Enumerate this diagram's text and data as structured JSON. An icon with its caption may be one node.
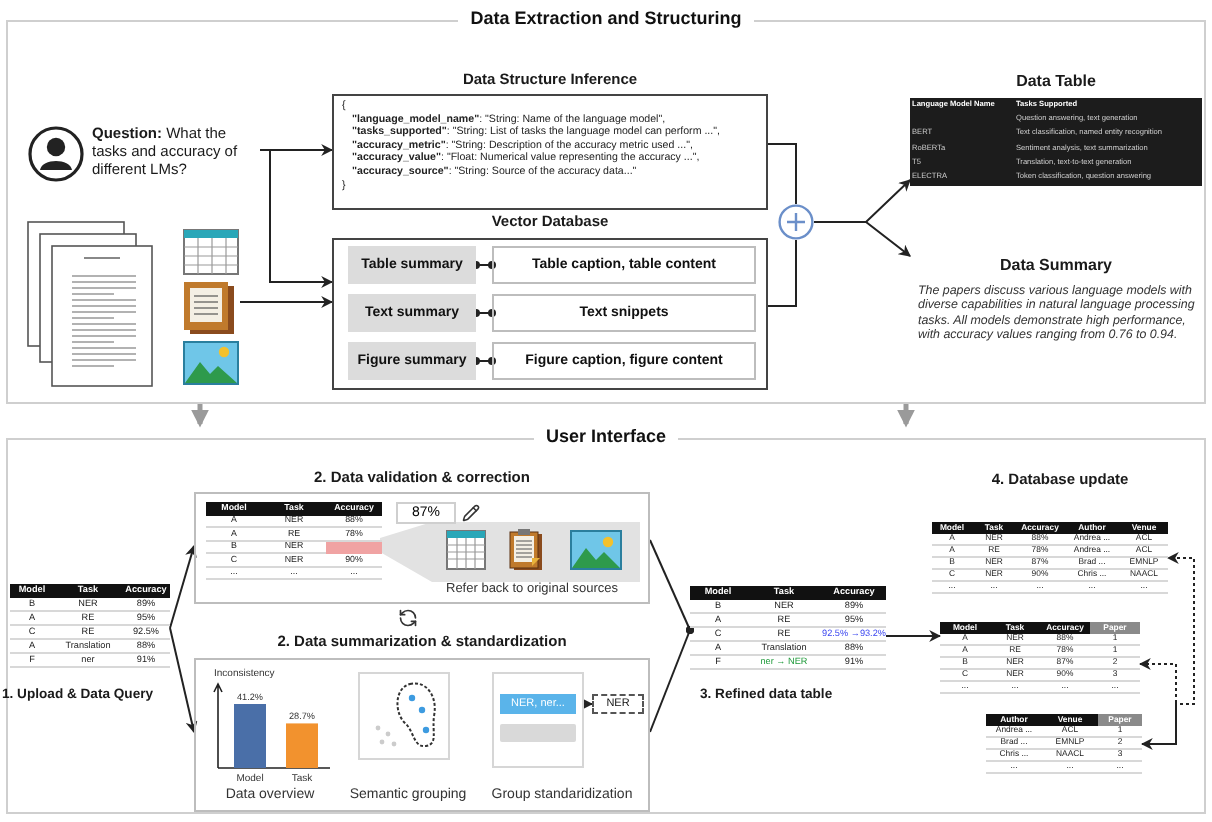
{
  "diagram": {
    "nodes": [
      {
        "text": [
          "Data Extraction and Structuring"
        ]
      },
      {
        "text": [
          "**Question:** What the tasks and accuracy of different LMs?"
        ],
        "in": 0
      },
      {
        "text": [],
        "shape": "picture",
        "in": 0
      },
      {
        "text": [
          "Data Structure Inference",
          "{",
          "**\"language_model_name\"**: \"String: Name of the language model\",",
          "**\"tasks_supported\"**: \"String: List of tasks the language model can perform ...\",",
          "**\"accuracy_metric\"**: \"String: Description of the accuracy metric used ...\",",
          "**\"accuracy_value\"**: \"Float: Numerical value representing the accuracy ...\",",
          "**\"accuracy_source\"**: \"String: Source of the accuracy data...\"",
          "}"
        ],
        "in": 0
      },
      {
        "text": [
          "Vector Database"
        ],
        "in": 0
      },
      {
        "text": [
          "Table summary"
        ],
        "in": 4
      },
      {
        "text": [
          "Table caption, table content"
        ],
        "in": 4
      },
      {
        "text": [
          "Text summary"
        ],
        "in": 4
      },
      {
        "text": [
          "Text snippets"
        ],
        "in": 4
      },
      {
        "text": [
          "Figure summary"
        ],
        "in": 4
      },
      {
        "text": [
          "Figure caption, figure content"
        ],
        "in": 4
      },
      {
        "text": [],
        "shape": "circle",
        "in": 0
      },
      {
        "text": [
          "Data Table",
          "Language Model Name",
          "Tasks Supported",
          "Question answering, text generation",
          "BERT",
          "Text classification, named entity recognition",
          "RoBERTa",
          "Sentiment analysis, text summarization",
          "T5",
          "Translation, text-to-text generation",
          "ELECTRA",
          "Token classification, question answering"
        ],
        "in": 0
      },
      {
        "text": [
          "Data Summary",
          "The papers discuss various language models with diverse capabilities in natural language processing tasks. All models demonstrate high performance, with accuracy values ranging from 0.76 to 0.94."
        ],
        "in": 0
      },
      {
        "text": [
          "User Interface"
        ]
      },
      {
        "text": [
          "Model",
          "Task",
          "Accuracy",
          "B",
          "NER",
          "89%",
          "A",
          "RE",
          "95%",
          "C",
          "RE",
          "92.5%",
          "A",
          "Translation",
          "88%",
          "F",
          "ner",
          "91%"
        ],
        "beside": [
          "1. Upload & Data Query"
        ],
        "in": 14
      },
      {
        "text": [
          "2. Data validation & correction",
          "Model",
          "Task",
          "Accuracy",
          "A",
          "NER",
          "88%",
          "A",
          "RE",
          "78%",
          "B",
          "NER",
          "C",
          "NER",
          "90%",
          "...",
          "...",
          "...",
          "87%",
          "Refer back to original sources"
        ],
        "in": 14
      },
      {
        "text": [
          "2. Data summarization & standardization",
          "Data overview",
          "Semantic grouping",
          "Group standaridization"
        ],
        "in": 14
      },
      {
        "text": [
          "NER, ner..."
        ],
        "in": 17
      },
      {
        "text": [
          "NER"
        ],
        "in": 17
      },
      {
        "text": [
          "Model",
          "Task",
          "Accuracy",
          "B",
          "NER",
          "89%",
          "A",
          "RE",
          "95%",
          "C",
          "RE",
          "92.5% →93.2%",
          "A",
          "Translation",
          "88%",
          "F",
          "ner → NER",
          "91%"
        ],
        "beside": [
          "3. Refined data table"
        ],
        "in": 14
      },
      {
        "text": [
          "Model",
          "Task",
          "Accuracy",
          "Author",
          "Venue",
          "A",
          "NER",
          "88%",
          "Andrea ...",
          "ACL",
          "A",
          "RE",
          "78%",
          "Andrea ...",
          "ACL",
          "B",
          "NER",
          "87%",
          "Brad ...",
          "EMNLP",
          "C",
          "NER",
          "90%",
          "Chris ...",
          "NAACL",
          "...",
          "...",
          "...",
          "...",
          "..."
        ],
        "in": 14
      },
      {
        "text": [
          "Model",
          "Task",
          "Accuracy",
          "Paper",
          "A",
          "NER",
          "88%",
          "1",
          "A",
          "RE",
          "78%",
          "1",
          "B",
          "NER",
          "87%",
          "2",
          "C",
          "NER",
          "90%",
          "3",
          "...",
          "...",
          "...",
          "..."
        ],
        "in": 14
      },
      {
        "text": [
          "Author",
          "Venue",
          "Paper",
          "Andrea ...",
          "ACL",
          "1",
          "Brad ...",
          "EMNLP",
          "2",
          "Chris ...",
          "NAACL",
          "3",
          "...",
          "...",
          "..."
        ],
        "in": 14
      }
    ],
    "edges": [
      {
        "from": 1,
        "to": 3,
        "arrow": "to"
      },
      {
        "from": 1,
        "to": 4,
        "arrow": "to"
      },
      {
        "from": 2,
        "to": 4,
        "arrow": "to"
      },
      {
        "from": 5,
        "to": 6,
        "arrow": "other"
      },
      {
        "from": 7,
        "to": 8,
        "arrow": "other"
      },
      {
        "from": 9,
        "to": 10,
        "arrow": "other"
      },
      {
        "from": 3,
        "to": 11,
        "arrow": "none"
      },
      {
        "from": 4,
        "to": 11,
        "arrow": "none"
      },
      {
        "from": 11,
        "to": 12,
        "arrow": "to"
      },
      {
        "from": 11,
        "to": 13,
        "arrow": "to"
      },
      {
        "from": 0,
        "to": 14,
        "arrow": "to",
        "style": "thick",
        "color": "#9a9a9a"
      },
      {
        "from": 0,
        "to": 14,
        "arrow": "to",
        "style": "thick",
        "color": "#9a9a9a"
      },
      {
        "from": 15,
        "to": 16,
        "arrow": "to"
      },
      {
        "from": 15,
        "to": 17,
        "arrow": "to"
      },
      {
        "from": 16,
        "to": 20,
        "arrow": "other"
      },
      {
        "from": 17,
        "to": 20,
        "arrow": "other"
      },
      {
        "from": 18,
        "to": 19,
        "arrow": "to"
      },
      {
        "from": 20,
        "to": 22,
        "arrow": "to"
      },
      {
        "from": 22,
        "to": 23,
        "arrow": "both",
        "style": "dashed"
      },
      {
        "from": 23,
        "to": 21,
        "arrow": "to",
        "style": "dashed"
      }
    ],
    "labels": [
      "4. Database update"
    ],
    "chart_data": {
      "type": "bar",
      "ylabel": "Inconsistency",
      "categories": [
        "Model",
        "Task"
      ],
      "series": [
        {
          "color": "#4a6fa8",
          "values": [
            41.2,
            null
          ],
          "value_labels": [
            "41.2%",
            null
          ]
        },
        {
          "color": "#f2922e",
          "values": [
            null,
            28.7
          ],
          "value_labels": [
            null,
            "28.7%"
          ]
        }
      ],
      "stacked": true,
      "data_labels": true
    }
  }
}
